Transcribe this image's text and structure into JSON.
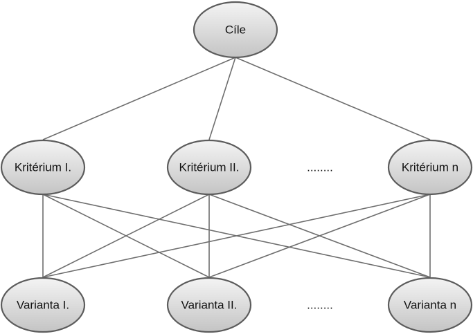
{
  "nodes": {
    "goal": {
      "label": "Cíle"
    },
    "criteria": [
      {
        "label": "Kritérium I."
      },
      {
        "label": "Kritérium II."
      },
      {
        "label": "Kritérium n"
      }
    ],
    "variants": [
      {
        "label": "Varianta I."
      },
      {
        "label": "Varianta II."
      },
      {
        "label": "Varianta n"
      }
    ]
  },
  "ellipsis": {
    "criteria_row": "........",
    "variants_row": "........"
  },
  "connections": {
    "goal_to_criteria": [
      "Kritérium I.",
      "Kritérium II.",
      "Kritérium n"
    ],
    "criteria_to_variants": "all-to-all"
  },
  "colors": {
    "node_fill_top": "#f4f4f4",
    "node_fill_bottom": "#c4c4c4",
    "node_stroke": "#5c5c5c",
    "edge": "#6e6e6e"
  }
}
